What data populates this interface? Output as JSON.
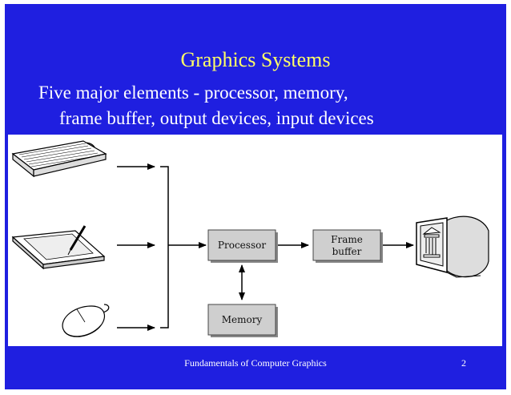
{
  "slide": {
    "title": "Graphics Systems",
    "bullet_line1": "Five major elements - processor, memory,",
    "bullet_line2": "frame buffer, output devices, input devices",
    "footer": "Fundamentals of Computer Graphics",
    "page_number": "2"
  },
  "diagram": {
    "processor_label": "Processor",
    "frame_label_line1": "Frame",
    "frame_label_line2": "buffer",
    "memory_label": "Memory",
    "inputs": [
      "keyboard-icon",
      "tablet-stylus-icon",
      "mouse-icon"
    ],
    "output": "monitor-icon"
  },
  "colors": {
    "slide_background": "#1f1fe0",
    "title": "#ffff66",
    "text": "#ffffff",
    "box_fill": "#cfcfcf"
  }
}
